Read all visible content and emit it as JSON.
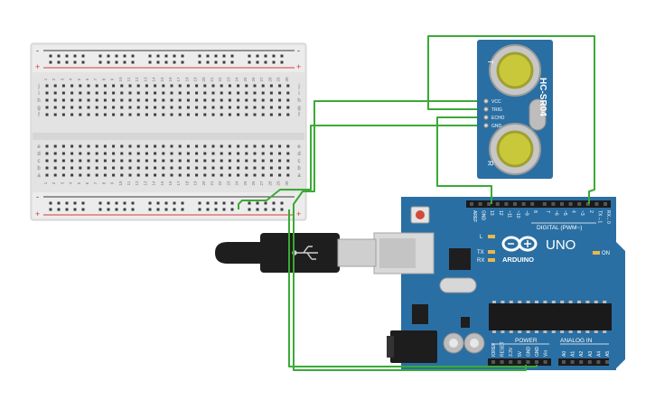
{
  "breadboard": {
    "columns_top": [
      "1",
      "2",
      "3",
      "4",
      "5",
      "6",
      "7",
      "8",
      "9",
      "10",
      "11",
      "12",
      "13",
      "14",
      "15",
      "16",
      "17",
      "18",
      "19",
      "20",
      "21",
      "22",
      "23",
      "24",
      "25",
      "26",
      "27",
      "28",
      "29",
      "30"
    ],
    "rows_top": [
      "j",
      "i",
      "h",
      "g",
      "f"
    ],
    "rows_bottom": [
      "e",
      "d",
      "c",
      "b",
      "a"
    ],
    "rail_plus": "+",
    "rail_minus": "-",
    "rail_plus_color": "#d93b3b",
    "rail_minus_color": "#3a3a3a"
  },
  "sensor": {
    "model": "HC-SR04",
    "pins": [
      "VCC",
      "TRIG",
      "ECHO",
      "GND"
    ],
    "label_t": "T",
    "label_r": "R"
  },
  "arduino": {
    "brand": "ARDUINO",
    "model": "UNO",
    "digital_header": "DIGITAL (PWM~)",
    "power_header": "POWER",
    "analog_header": "ANALOG IN",
    "on_label": "ON",
    "tx": "TX",
    "rx": "RX",
    "l": "L",
    "digital_pins": [
      "AREF",
      "GND",
      "13",
      "12",
      "~11",
      "~10",
      "~9",
      "8",
      "7",
      "~6",
      "~5",
      "4",
      "~3",
      "2",
      "TX→1",
      "RX←0"
    ],
    "power_pins": [
      "IOREF",
      "RESET",
      "3.3V",
      "5V",
      "GND",
      "GND",
      "Vin"
    ],
    "analog_pins": [
      "A0",
      "A1",
      "A2",
      "A3",
      "A4",
      "A5"
    ],
    "board_color": "#2a6fa3"
  },
  "wires": {
    "color": "#3aaa35"
  }
}
